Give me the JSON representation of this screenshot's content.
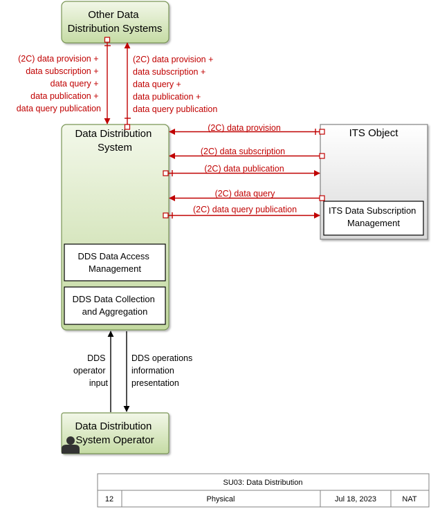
{
  "colors": {
    "flow_red": "#c00000",
    "green_box_top": "#f2f7e8",
    "green_box_bottom": "#c5dba4",
    "green_border": "#7a9656",
    "grey_box_top": "#ffffff",
    "grey_box_bottom": "#d9d9d9"
  },
  "nodes": {
    "other_dds": [
      "Other Data",
      "Distribution Systems"
    ],
    "dds": [
      "Data Distribution",
      "System"
    ],
    "its_object": [
      "ITS Object"
    ],
    "its_sub_mgmt": [
      "ITS Data Subscription",
      "Management"
    ],
    "dds_access": [
      "DDS Data Access",
      "Management"
    ],
    "dds_collection": [
      "DDS Data Collection",
      "and Aggregation"
    ],
    "operator": [
      "Data Distribution",
      "System Operator"
    ]
  },
  "flows": {
    "down_left": [
      "(2C) data provision +",
      "data subscription +",
      "data query +",
      "data publication +",
      "data query publication"
    ],
    "up_right": [
      "(2C) data provision +",
      "data subscription +",
      "data query +",
      "data publication +",
      "data query publication"
    ],
    "provision": "(2C) data provision",
    "subscription": "(2C) data subscription",
    "publication": "(2C) data publication",
    "query": "(2C) data query",
    "query_publication": "(2C) data query publication",
    "operator_input": [
      "DDS",
      "operator",
      "input"
    ],
    "operations_info": [
      "DDS operations",
      "information",
      "presentation"
    ]
  },
  "icons": {
    "operator": "person-silhouette-icon"
  },
  "footer": {
    "title": "SU03: Data Distribution",
    "number": "12",
    "view": "Physical",
    "date": "Jul 18, 2023",
    "code": "NAT"
  }
}
